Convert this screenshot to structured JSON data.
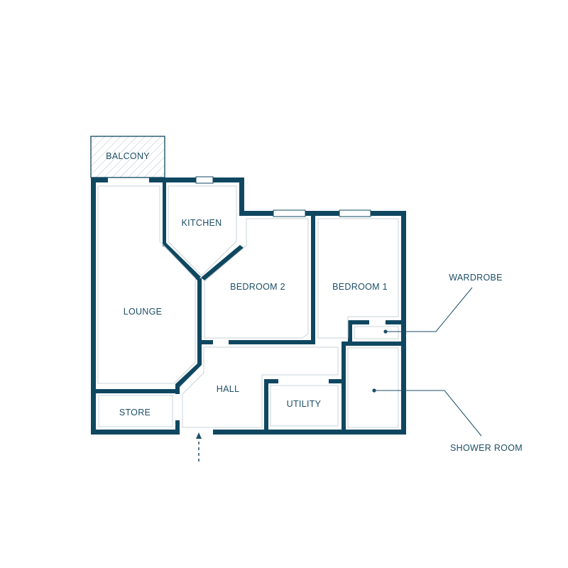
{
  "rooms": {
    "balcony": "BALCONY",
    "kitchen": "KITCHEN",
    "lounge": "LOUNGE",
    "bedroom2": "BEDROOM 2",
    "bedroom1": "BEDROOM 1",
    "hall": "HALL",
    "utility": "UTILITY",
    "store": "STORE"
  },
  "callouts": {
    "wardrobe": "WARDROBE",
    "shower_room": "SHOWER ROOM"
  },
  "colors": {
    "wall": "#0f4761",
    "label": "#1d4e66"
  }
}
